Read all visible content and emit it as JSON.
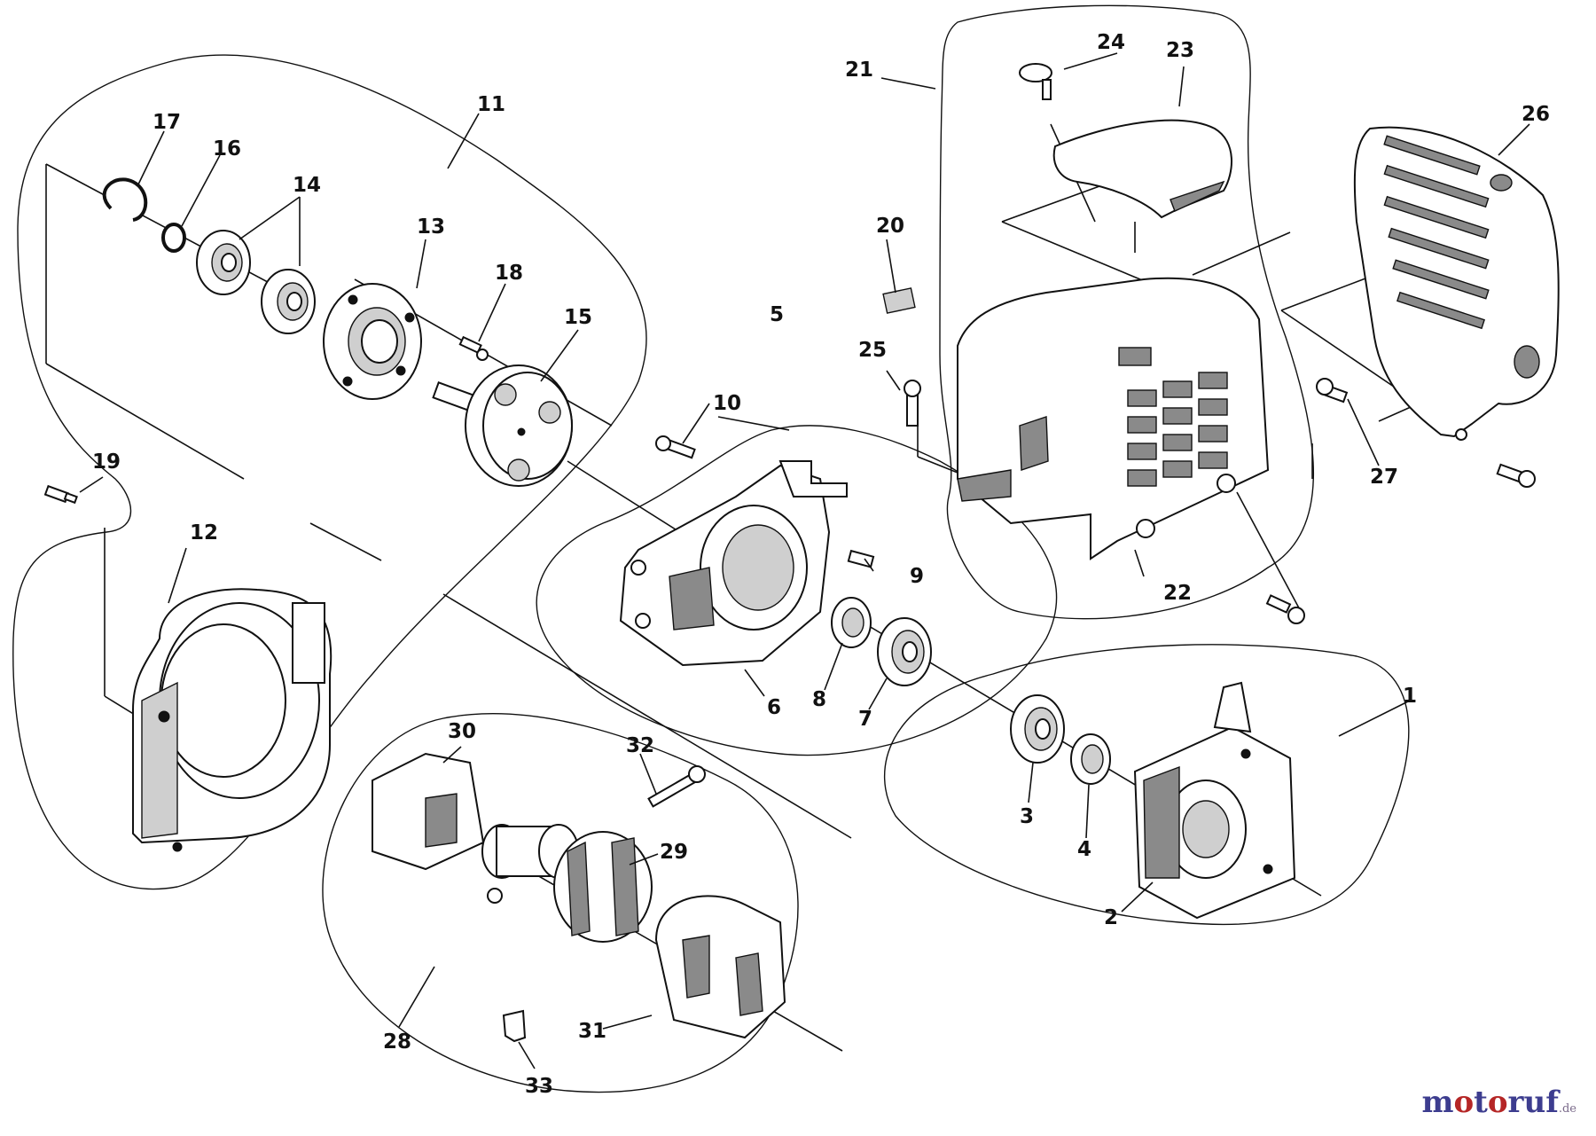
{
  "callouts": [
    "1",
    "2",
    "3",
    "4",
    "5",
    "6",
    "7",
    "8",
    "9",
    "10",
    "11",
    "12",
    "13",
    "14",
    "15",
    "16",
    "17",
    "18",
    "19",
    "20",
    "21",
    "22",
    "23",
    "24",
    "25",
    "26",
    "27",
    "28",
    "29",
    "30",
    "31",
    "32",
    "33"
  ],
  "watermark": {
    "text": "motoruf",
    "suffix": ".de",
    "colors": [
      "#3d3d8f",
      "#b52626"
    ]
  }
}
